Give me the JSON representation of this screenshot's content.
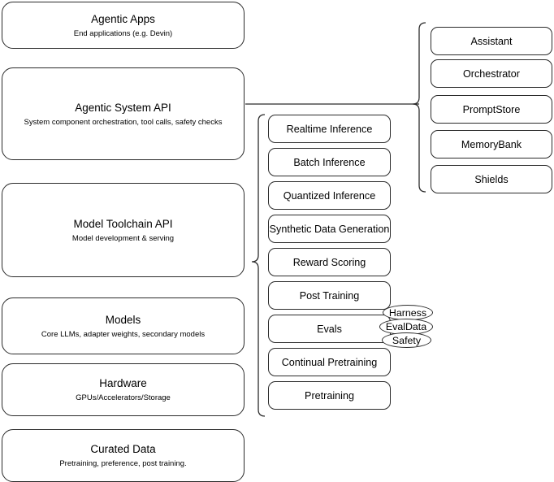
{
  "diagram": {
    "title": "Agentic stack layered architecture",
    "colors": {
      "stroke": "#2b2b2b",
      "background": "#ffffff",
      "text": "#000000"
    },
    "layers": [
      {
        "name": "agentic-apps",
        "title": "Agentic Apps",
        "subtitle": "End applications (e.g. Devin)"
      },
      {
        "name": "agentic-system-api",
        "title": "Agentic System API",
        "subtitle": "System component orchestration, tool calls, safety checks"
      },
      {
        "name": "model-toolchain-api",
        "title": "Model Toolchain API",
        "subtitle": "Model development & serving"
      },
      {
        "name": "models",
        "title": "Models",
        "subtitle": "Core LLMs, adapter weights, secondary models"
      },
      {
        "name": "hardware",
        "title": "Hardware",
        "subtitle": "GPUs/Accelerators/Storage"
      },
      {
        "name": "curated-data",
        "title": "Curated Data",
        "subtitle": "Pretraining, preference, post training."
      }
    ],
    "toolchain_capabilities": [
      {
        "name": "realtime-inference",
        "label": "Realtime Inference"
      },
      {
        "name": "batch-inference",
        "label": "Batch Inference"
      },
      {
        "name": "quantized-inference",
        "label": "Quantized Inference"
      },
      {
        "name": "synthetic-data-generation",
        "label": "Synthetic Data Generation"
      },
      {
        "name": "reward-scoring",
        "label": "Reward Scoring"
      },
      {
        "name": "post-training",
        "label": "Post Training"
      },
      {
        "name": "evals",
        "label": "Evals"
      },
      {
        "name": "continual-pretraining",
        "label": "Continual Pretraining"
      },
      {
        "name": "pretraining",
        "label": "Pretraining"
      }
    ],
    "evals_badges": [
      {
        "name": "harness",
        "label": "Harness"
      },
      {
        "name": "evaldata",
        "label": "EvalData"
      },
      {
        "name": "safety",
        "label": "Safety"
      }
    ],
    "system_components": [
      {
        "name": "assistant",
        "label": "Assistant"
      },
      {
        "name": "orchestrator",
        "label": "Orchestrator"
      },
      {
        "name": "promptstore",
        "label": "PromptStore"
      },
      {
        "name": "memorybank",
        "label": "MemoryBank"
      },
      {
        "name": "shields",
        "label": "Shields"
      }
    ]
  }
}
